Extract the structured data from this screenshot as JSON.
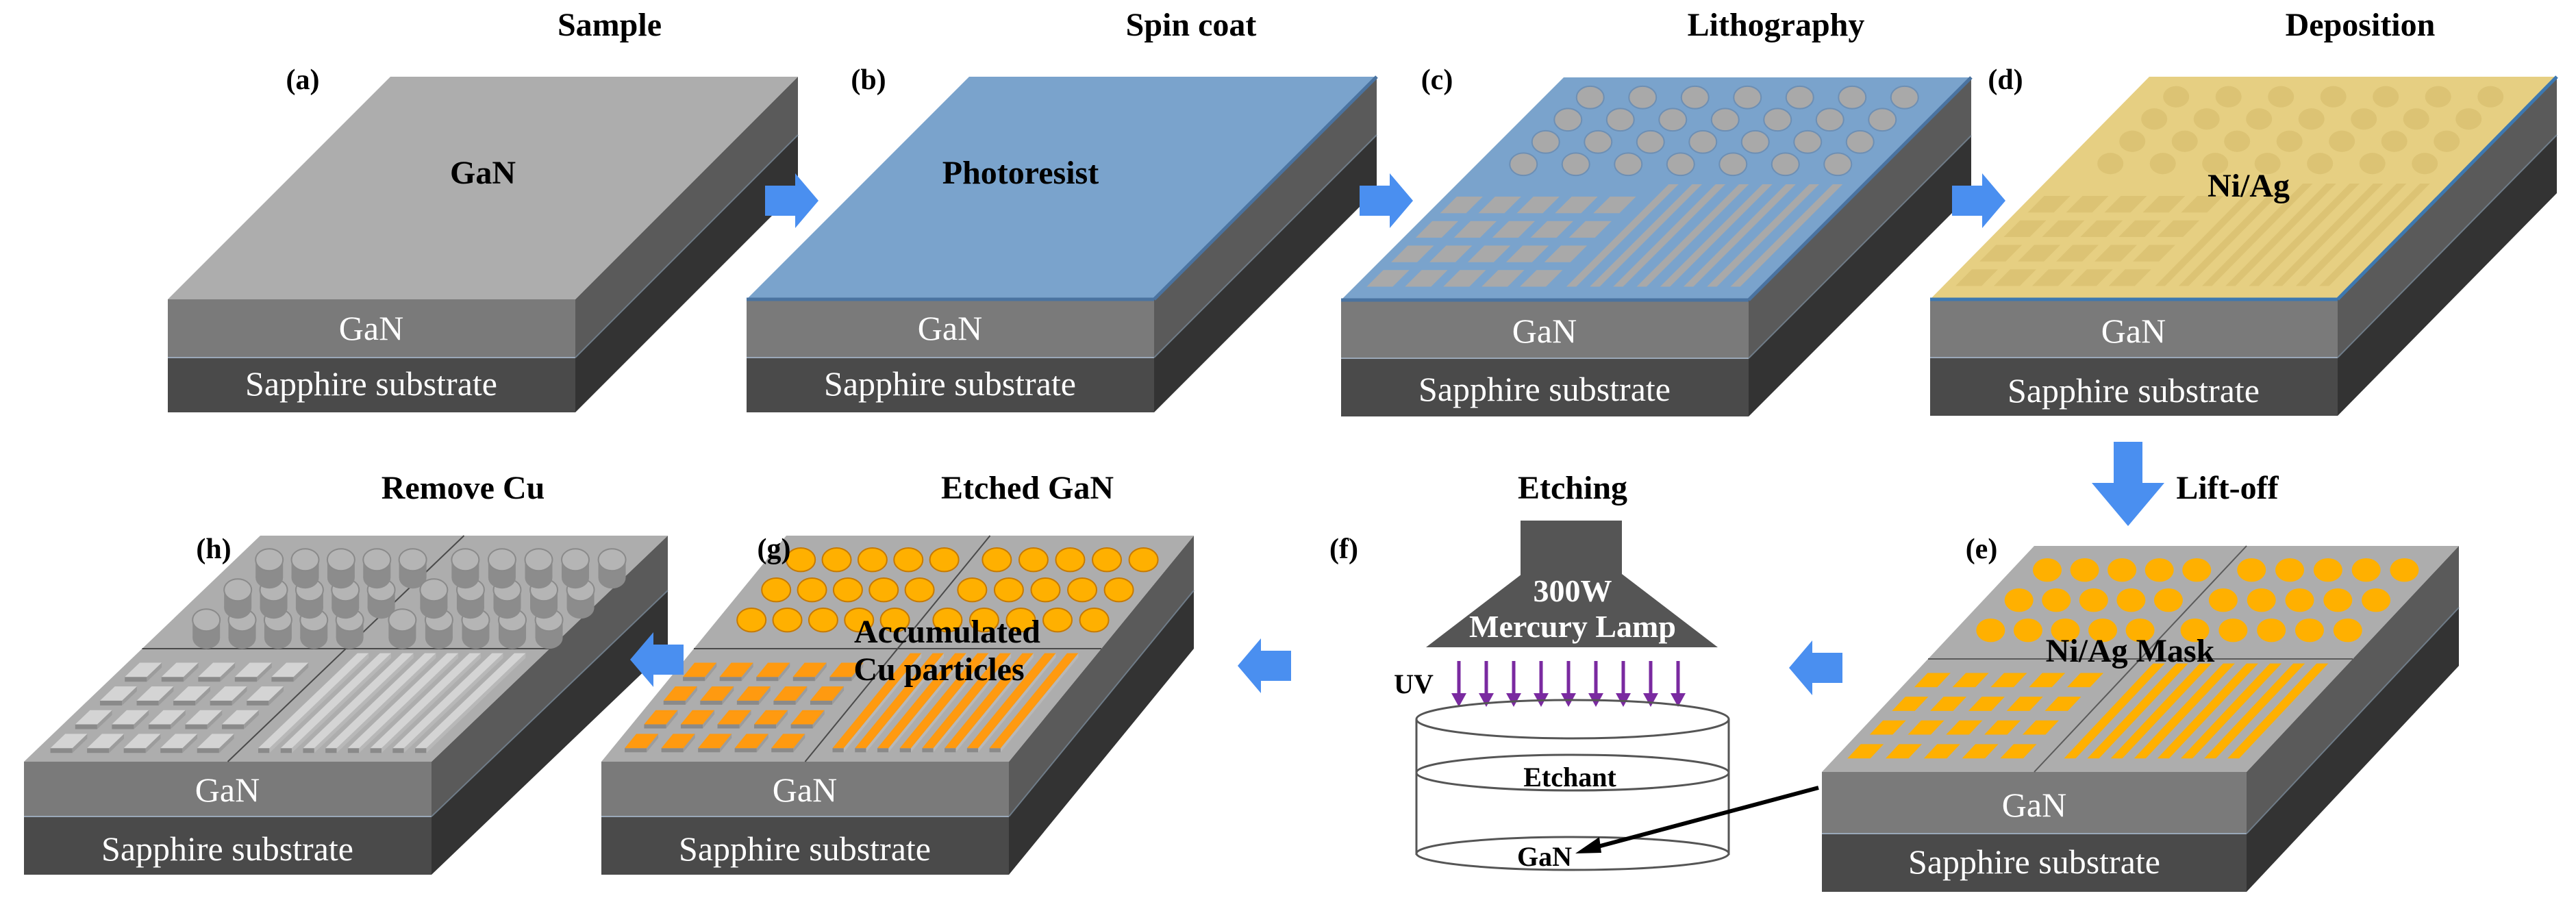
{
  "colors": {
    "gan_top": "#adadad",
    "gan_front": "#7a7a7a",
    "gan_side": "#5a5a5a",
    "sapphire_front": "#4a4a4a",
    "sapphire_side": "#333333",
    "photoresist": "#7aa3cc",
    "niag": "#e6cf82",
    "orange": "#ffb000",
    "arrow": "#4a8ff0",
    "uv": "#7a2aa0"
  },
  "panels": [
    {
      "id": "a",
      "letter": "(a)",
      "title": "Sample",
      "top_label": "GaN",
      "layer1": "GaN",
      "layer2": "Sapphire substrate"
    },
    {
      "id": "b",
      "letter": "(b)",
      "title": "Spin coat",
      "top_label": "Photoresist",
      "layer1": "GaN",
      "layer2": "Sapphire substrate"
    },
    {
      "id": "c",
      "letter": "(c)",
      "title": "Lithography",
      "top_label": "",
      "layer1": "GaN",
      "layer2": "Sapphire substrate"
    },
    {
      "id": "d",
      "letter": "(d)",
      "title": "Deposition",
      "top_label": "Ni/Ag",
      "layer1": "GaN",
      "layer2": "Sapphire substrate"
    },
    {
      "id": "e",
      "letter": "(e)",
      "title": "Lift-off",
      "top_label": "Ni/Ag Mask",
      "layer1": "GaN",
      "layer2": "Sapphire substrate"
    },
    {
      "id": "f",
      "letter": "(f)",
      "title": "Etching",
      "lamp_line1": "300W",
      "lamp_line2": "Mercury Lamp",
      "uv": "UV",
      "etchant": "Etchant",
      "gan": "GaN"
    },
    {
      "id": "g",
      "letter": "(g)",
      "title": "Etched GaN",
      "top_label_1": "Accumulated",
      "top_label_2": "Cu particles",
      "layer1": "GaN",
      "layer2": "Sapphire substrate"
    },
    {
      "id": "h",
      "letter": "(h)",
      "title": "Remove Cu",
      "top_label": "",
      "layer1": "GaN",
      "layer2": "Sapphire substrate"
    }
  ]
}
